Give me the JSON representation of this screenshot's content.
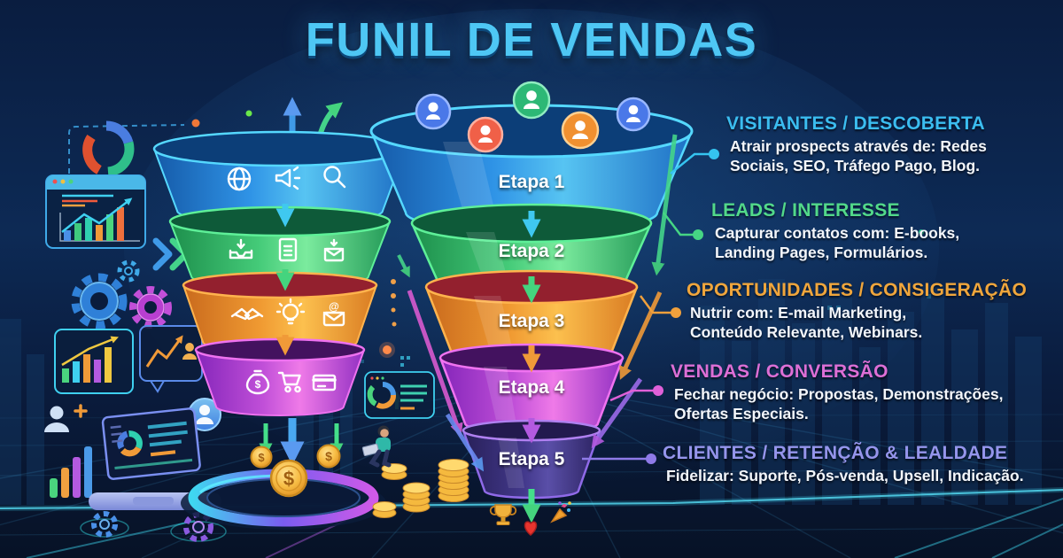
{
  "title": "FUNIL DE VENDAS",
  "funnel": {
    "stages": [
      {
        "label": "Etapa 1",
        "color": "#2f93e6"
      },
      {
        "label": "Etapa 2",
        "color": "#44ca78"
      },
      {
        "label": "Etapa 3",
        "color": "#f09a32"
      },
      {
        "label": "Etapa 4",
        "color": "#c04fd8"
      },
      {
        "label": "Etapa 5",
        "color": "#43398c"
      }
    ],
    "top_icons": [
      "user-avatar-blue",
      "user-avatar-red",
      "user-avatar-green",
      "user-avatar-orange",
      "user-avatar-blue"
    ],
    "bottom_icons": [
      "trophy-icon",
      "heart-icon",
      "party-popper-icon"
    ]
  },
  "left_funnel": {
    "rows": [
      {
        "icons": [
          "globe-icon",
          "megaphone-icon",
          "search-icon"
        ]
      },
      {
        "icons": [
          "inbox-download-icon",
          "document-icon",
          "mail-download-icon"
        ]
      },
      {
        "icons": [
          "handshake-icon",
          "lightbulb-icon",
          "mail-at-icon"
        ]
      },
      {
        "icons": [
          "money-bag-icon",
          "shopping-cart-icon",
          "credit-card-icon"
        ]
      }
    ]
  },
  "annotations": [
    {
      "heading": "VISITANTES / DESCOBERTA",
      "body": "Atrair prospects através de: Redes Sociais, SEO, Tráfego Pago, Blog.",
      "color": "#3bbdf0"
    },
    {
      "heading": "LEADS / INTERESSE",
      "body": "Capturar contatos com: E-books, Landing Pages, Formulários.",
      "color": "#52d98a"
    },
    {
      "heading": "OPORTUNIDADES / CONSIGERAÇÃO",
      "body": "Nutrir com: E-mail Marketing, Conteúdo Relevante, Webinars.",
      "color": "#f0a63c"
    },
    {
      "heading": "VENDAS / CONVERSÃO",
      "body": "Fechar negócio: Propostas, Demonstrações, Ofertas Especiais.",
      "color": "#dd6fd6"
    },
    {
      "heading": "CLIENTES / RETENÇÃO & LEALDADE",
      "body": "Fidelizar: Suporte, Pós-venda, Upsell, Indicação.",
      "color": "#9595ec"
    }
  ],
  "glyphs": {
    "dollar": "$",
    "at": "@"
  },
  "palette": {
    "background": "#0d2a55",
    "title": "#4ec7f4",
    "grid": "#3fd8f0",
    "coin": "#f7bd45"
  }
}
